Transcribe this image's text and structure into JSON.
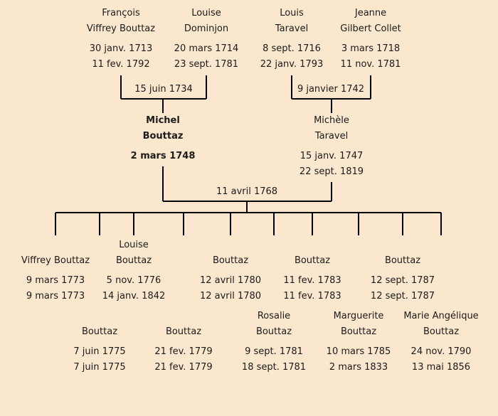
{
  "colors": {
    "background": "#FBE7CD",
    "line": "#000000",
    "text": "#1B1B1B"
  },
  "generation1": {
    "francois": {
      "name1": "François",
      "name2": "Viffrey Bouttaz",
      "birth": "30 janv. 1713",
      "death": "11 fev. 1792"
    },
    "louise": {
      "name1": "Louise",
      "name2": "Dominjon",
      "birth": "20 mars 1714",
      "death": "23 sept. 1781"
    },
    "louis": {
      "name1": "Louis",
      "name2": "Taravel",
      "birth": "8 sept. 1716",
      "death": "22 janv. 1793"
    },
    "jeanne": {
      "name1": "Jeanne",
      "name2": "Gilbert Collet",
      "birth": "3 mars 1718",
      "death": "11 nov. 1781"
    }
  },
  "marriages": {
    "m1": "15 juin 1734",
    "m2": "9 janvier 1742",
    "m3": "11 avril 1768"
  },
  "generation2": {
    "michel": {
      "name1": "Michel",
      "name2": "Bouttaz",
      "birth": "2 mars 1748"
    },
    "michele": {
      "name1": "Michèle",
      "name2": "Taravel",
      "birth": "15 janv. 1747",
      "death": "22 sept. 1819"
    }
  },
  "children_row1": [
    {
      "name1": "",
      "name2": "Viffrey Bouttaz",
      "birth": "9 mars 1773",
      "death": "9 mars 1773"
    },
    {
      "name1": "Louise",
      "name2": "Bouttaz",
      "birth": "5 nov. 1776",
      "death": "14 janv. 1842"
    },
    {
      "name1": "",
      "name2": "Bouttaz",
      "birth": "12 avril 1780",
      "death": "12 avril 1780"
    },
    {
      "name1": "",
      "name2": "Bouttaz",
      "birth": "11 fev. 1783",
      "death": "11 fev. 1783"
    },
    {
      "name1": "",
      "name2": "Bouttaz",
      "birth": "12 sept. 1787",
      "death": "12 sept. 1787"
    }
  ],
  "children_row2": [
    {
      "name1": "",
      "name2": "Bouttaz",
      "birth": "7 juin 1775",
      "death": "7 juin 1775"
    },
    {
      "name1": "",
      "name2": "Bouttaz",
      "birth": "21 fev. 1779",
      "death": "21 fev. 1779"
    },
    {
      "name1": "Rosalie",
      "name2": "Bouttaz",
      "birth": "9 sept. 1781",
      "death": "18 sept. 1781"
    },
    {
      "name1": "Marguerite",
      "name2": "Bouttaz",
      "birth": "10 mars 1785",
      "death": "2 mars 1833"
    },
    {
      "name1": "Marie Angélique",
      "name2": "Bouttaz",
      "birth": "24 nov. 1790",
      "death": "13 mai 1856"
    }
  ]
}
